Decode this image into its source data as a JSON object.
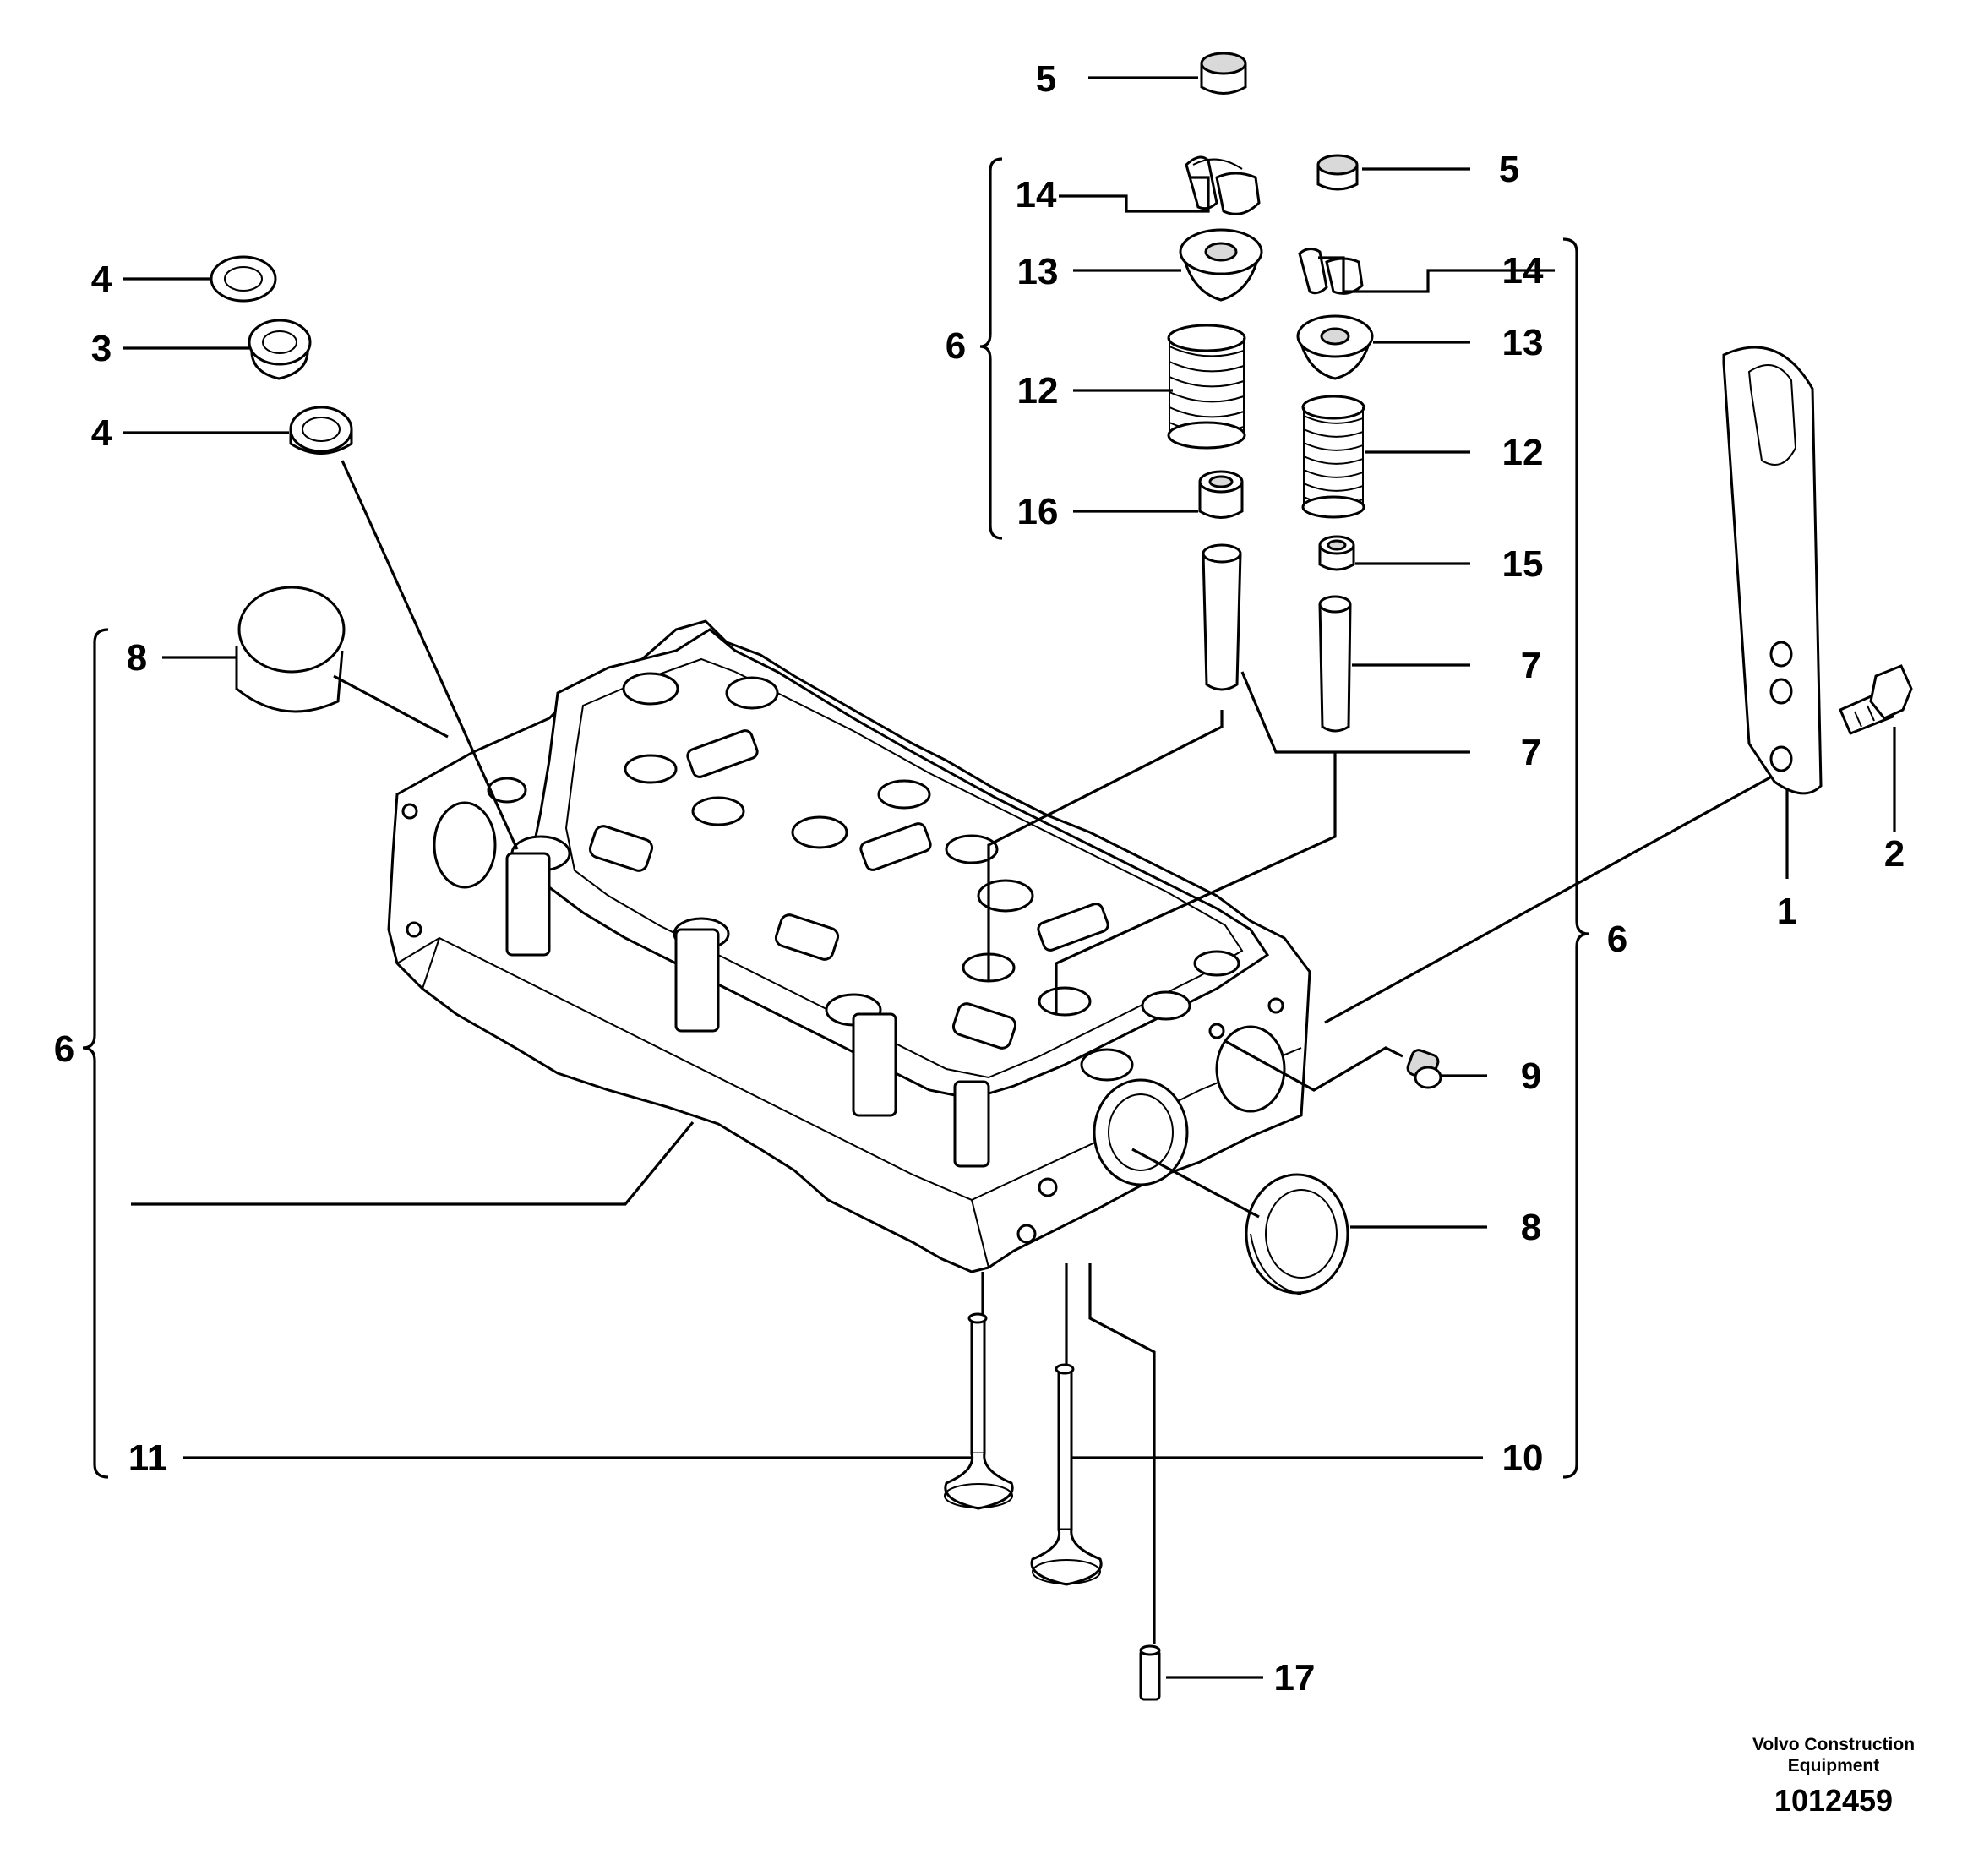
{
  "callouts": {
    "c1": "1",
    "c2": "2",
    "c3": "3",
    "c4a": "4",
    "c4b": "4",
    "c5a": "5",
    "c5b": "5",
    "c6_left_upper": "6",
    "c6_left": "6",
    "c6_right": "6",
    "c7a": "7",
    "c7b": "7",
    "c8a": "8",
    "c8b": "8",
    "c9": "9",
    "c10": "10",
    "c11": "11",
    "c12a": "12",
    "c12b": "12",
    "c13a": "13",
    "c13b": "13",
    "c14a": "14",
    "c14b": "14",
    "c15": "15",
    "c16": "16",
    "c17": "17"
  },
  "footer": {
    "credit_line1": "Volvo Construction",
    "credit_line2": "Equipment",
    "doc_number": "1012459"
  }
}
